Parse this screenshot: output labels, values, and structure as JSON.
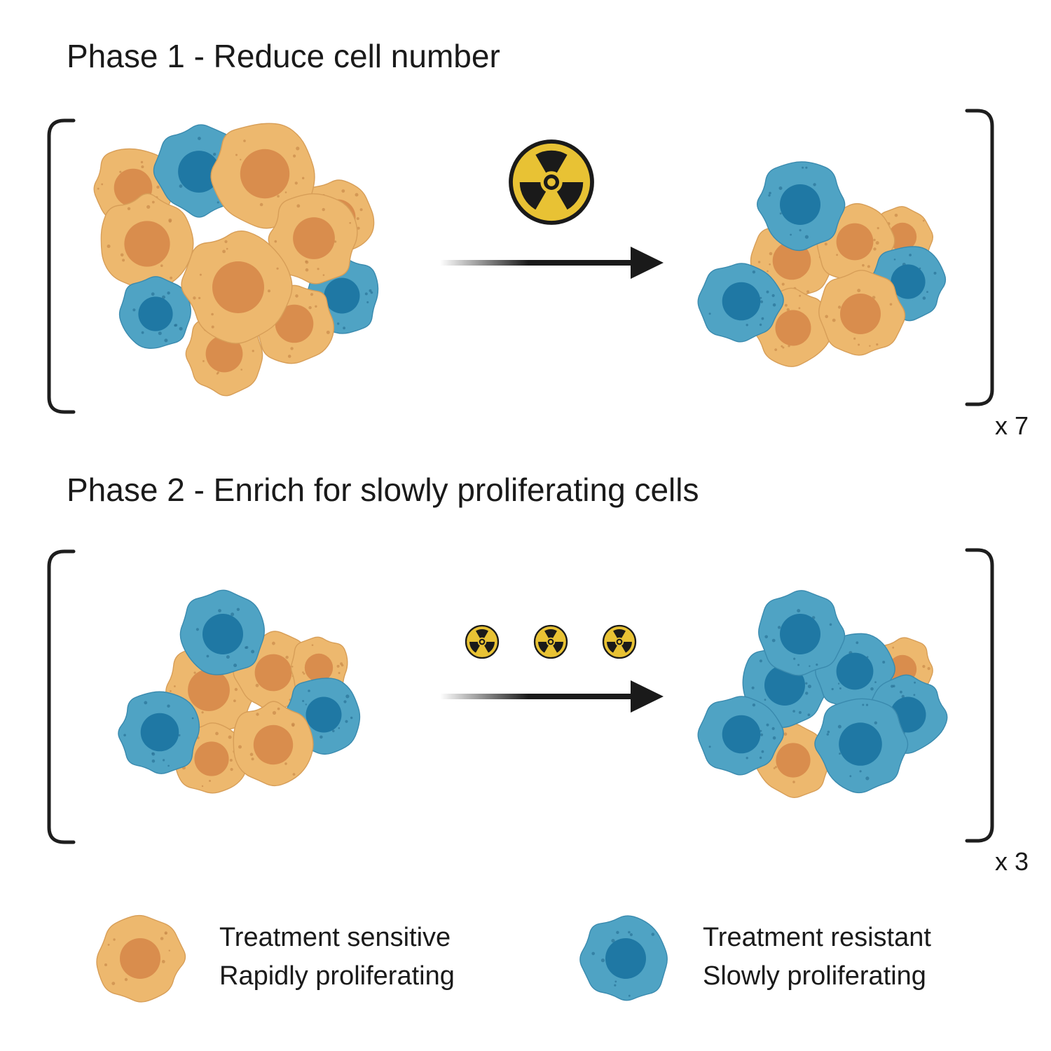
{
  "phase1": {
    "title": "Phase 1 - Reduce cell number",
    "repeat_label": "x 7",
    "treatment_icon": "radiation-icon",
    "treatment_icon_count": 1
  },
  "phase2": {
    "title": "Phase 2 - Enrich for slowly proliferating cells",
    "repeat_label": "x 3",
    "treatment_icon": "radiation-icon",
    "treatment_icon_count": 3
  },
  "legend": {
    "sensitive": {
      "line1": "Treatment sensitive",
      "line2": "Rapidly proliferating",
      "color": "#EDB86E",
      "nucleus_color": "#D98D4D"
    },
    "resistant": {
      "line1": "Treatment resistant",
      "line2": "Slowly proliferating",
      "color": "#4FA3C4",
      "nucleus_color": "#1F78A4"
    }
  },
  "colors": {
    "bracket": "#1e1e1e",
    "arrow": "#1a1a1a",
    "radiation_fill": "#E8C234",
    "radiation_mark": "#1a1a1a"
  }
}
